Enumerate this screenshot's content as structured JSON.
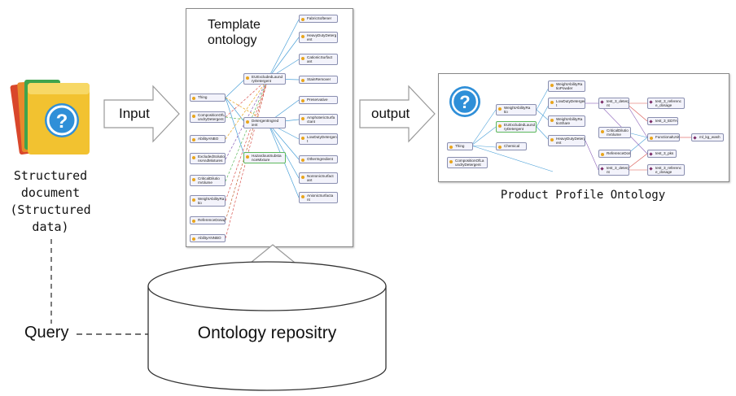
{
  "left": {
    "caption": [
      "Structured",
      "document",
      "(Structured",
      "data)"
    ]
  },
  "arrows": {
    "input_label": "Input",
    "output_label": "output"
  },
  "template": {
    "title_line1": "Template",
    "title_line2": "ontology",
    "left_nodes": [
      "Thing",
      "CompositionOfLa undryDetergent",
      "AbilityANBO",
      "ExcludedSolution nsAndMixtures",
      "CriticalDilutio nVolume",
      "WeightAbilityRa tio",
      "ReferenceDosage",
      "AbilityANNBO"
    ],
    "mid_nodes": [
      "EUExcludedLaund ryDetergent",
      "DetergentIngred ient",
      "HazardousSubsta nceMixture"
    ],
    "right_nodes": [
      "FabricSoftener",
      "HeavyDutyDeterg ent",
      "CationicSurfact ant",
      "StainRemover",
      "Preservative",
      "AmphotericSurfa ctant",
      "LowDutyDetergen t",
      "OtherIngredient",
      "NonIonicSurfact ant",
      "AnionicSurfacta nt"
    ]
  },
  "product": {
    "caption": "Product Profile Ontology",
    "nodes": [
      "Thing",
      "CompositionOfLa undryDetergent",
      "WeightAbilityRa tio",
      "EUExcludedLaund ryDetergent",
      "Chemical",
      "WeightAbilityRa tioPowder",
      "WeightAbilityRa tioShare",
      "LowDutyDetergen t",
      "HeavyDutyDeterg ent",
      "test_3_deterge nt",
      "CriticalDilutio nVolume",
      "ReferenceDosage",
      "test_3_deterge nt",
      "test_3_referenc e_dosage",
      "test_3_EDTA",
      "FunctionalUnit",
      "test_3_pks",
      "test_3_referenc e_dosage",
      "ml_kg_wash"
    ]
  },
  "repo": {
    "label": "Ontology repositry"
  },
  "query": {
    "label": "Query"
  },
  "colors": {
    "arrow_fill": "#ffffff",
    "arrow_stroke": "#999999",
    "folder_blue": "#2f8fd8",
    "folder_yellow": "#f2c230"
  }
}
